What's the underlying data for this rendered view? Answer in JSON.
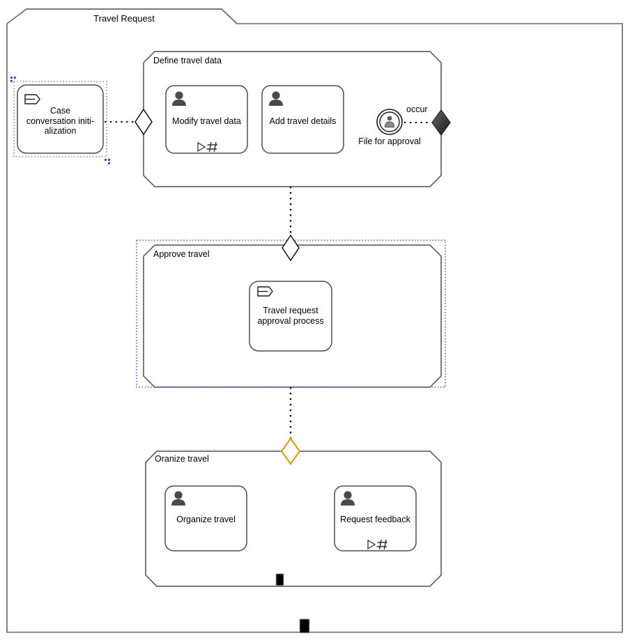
{
  "diagram": {
    "type": "cmmn-case-plan-model",
    "title": "Travel Request",
    "background": "#ffffff",
    "stroke": "#000000",
    "shape_stroke": "#4D4D4D"
  },
  "case_plan": {
    "name": "case-plan-model",
    "label": "Travel Request"
  },
  "stages": [
    {
      "id": "define-travel-data",
      "label": "Define travel data",
      "selected": false,
      "entry_sentry": {
        "name": "entry-criterion-define-travel-data",
        "style": "hollow-diamond",
        "color": "#ffffff"
      },
      "exit_sentry": {
        "name": "exit-criterion-define-travel-data",
        "style": "filled-diamond",
        "color": "#3C3C3C"
      }
    },
    {
      "id": "approve-travel",
      "label": "Approve travel",
      "selected": true,
      "selection_color": "#5555DD",
      "entry_sentry": {
        "name": "entry-criterion-approve-travel",
        "style": "hollow-diamond",
        "color": "#ffffff"
      }
    },
    {
      "id": "oranize-travel",
      "label": "Oranize travel",
      "selected": false,
      "entry_sentry": {
        "name": "entry-criterion-oranize-travel",
        "style": "hollow-diamond",
        "color": "#D4A017"
      }
    }
  ],
  "tasks": [
    {
      "id": "case-conversation-initialization",
      "label": "Case\nconversation initi-\nalization",
      "icon": "case-task-icon",
      "markers": [],
      "selected": true,
      "selection_border": "#999999",
      "handle_color": "#3355CC"
    },
    {
      "id": "modify-travel-data",
      "label": "Modify travel data",
      "icon": "human-task-icon",
      "markers": [
        "manual-activation-marker",
        "repetition-marker"
      ],
      "selected": false
    },
    {
      "id": "add-travel-details",
      "label": "Add travel details",
      "icon": "human-task-icon",
      "markers": [],
      "selected": false
    },
    {
      "id": "travel-request-approval-process",
      "label": "Travel request\napproval process",
      "icon": "case-task-icon",
      "markers": [],
      "selected": false
    },
    {
      "id": "organize-travel",
      "label": "Organize travel",
      "icon": "human-task-icon",
      "markers": [],
      "selected": false
    },
    {
      "id": "request-feedback",
      "label": "Request feedback",
      "icon": "human-task-icon",
      "markers": [
        "manual-activation-marker",
        "repetition-marker"
      ],
      "selected": false
    }
  ],
  "milestones": [
    {
      "id": "file-for-approval",
      "label": "File for approval",
      "icon": "user-event-listener-icon",
      "style": "double-circle"
    }
  ],
  "connectors": [
    {
      "id": "case-init-to-define-travel-data",
      "label": "",
      "style": "dotted"
    },
    {
      "id": "file-for-approval-to-exit",
      "label": "occur",
      "style": "dotted"
    },
    {
      "id": "define-travel-data-to-approve-travel",
      "label": "",
      "style": "dotted"
    },
    {
      "id": "approve-travel-to-oranize-travel",
      "label": "",
      "style": "dotted"
    }
  ],
  "exit_markers": [
    {
      "id": "exit-criterion-oranize-travel-bottom",
      "shape": "filled-rect",
      "color": "#000000"
    },
    {
      "id": "exit-criterion-case-plan-bottom",
      "shape": "filled-rect",
      "color": "#000000"
    }
  ],
  "labels": {
    "occur": "occur"
  }
}
